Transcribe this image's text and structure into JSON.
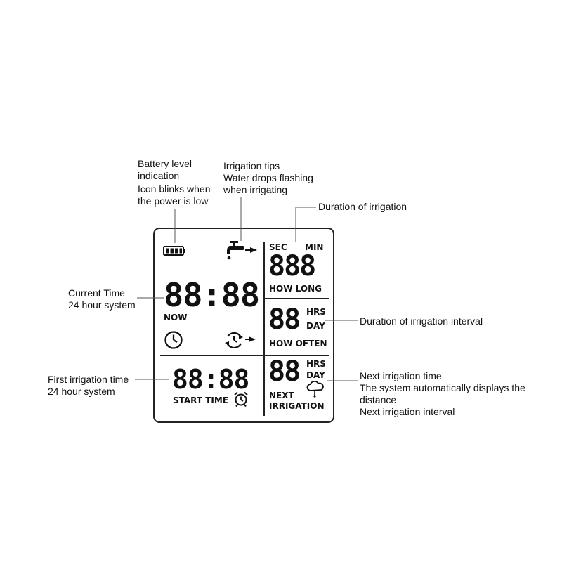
{
  "callouts": {
    "battery": [
      "Battery level",
      "indication",
      "Icon blinks when",
      "the power is low"
    ],
    "irrigation_tips": [
      "Irrigation tips",
      "Water drops flashing",
      "when irrigating"
    ],
    "duration": [
      "Duration of irrigation"
    ],
    "current_time": [
      "Current Time",
      "24 hour system"
    ],
    "interval": [
      "Duration of irrigation interval"
    ],
    "first_time": [
      "First irrigation time",
      "24 hour system"
    ],
    "next_time": [
      "Next irrigation time",
      "The system automatically displays the",
      "distance",
      "Next irrigation interval"
    ]
  },
  "display": {
    "clock_digits": "88:88",
    "now_label": "NOW",
    "start_digits": "88:88",
    "start_label": "START TIME",
    "sec_label": "SEC",
    "min_label": "MIN",
    "howlong_digits": "888",
    "howlong_label": "HOW LONG",
    "often_digits": "88",
    "often_hrs": "HRS",
    "often_day": "DAY",
    "often_label": "HOW OFTEN",
    "next_digits": "88",
    "next_hrs": "HRS",
    "next_day": "DAY",
    "next_label_1": "NEXT",
    "next_label_2": "IRRIGATION"
  },
  "icons": {
    "battery": "battery-icon",
    "faucet": "faucet-icon",
    "clock": "clock-icon",
    "cycle": "cycle-clock-icon",
    "alarm": "alarm-clock-icon",
    "rain": "rain-cloud-icon"
  }
}
